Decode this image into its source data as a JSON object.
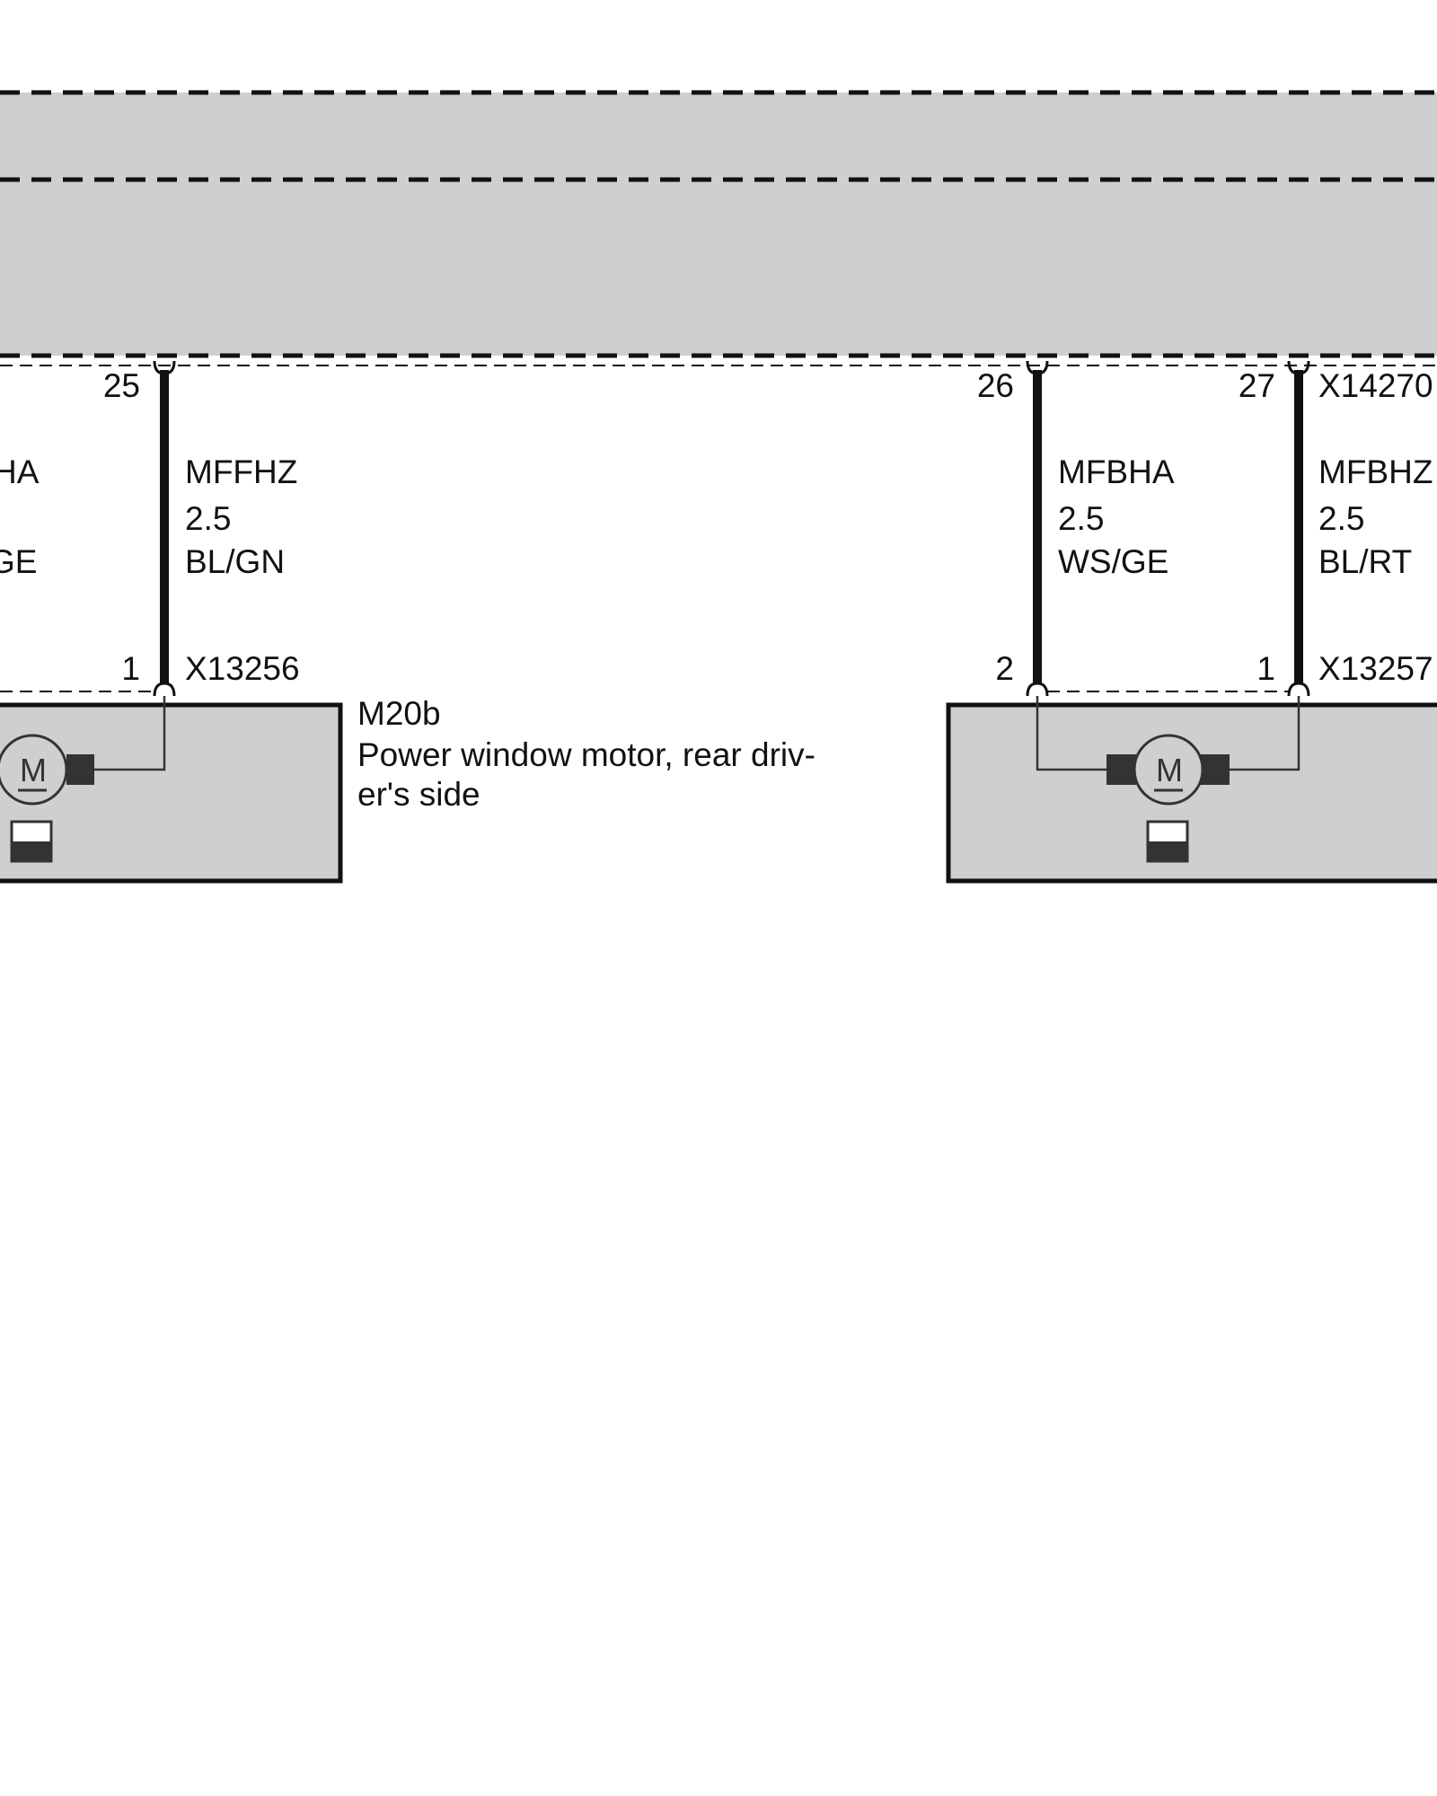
{
  "module_connector": "X14270",
  "wires": [
    {
      "id": "left-edge",
      "pin_top": "",
      "label_code": "HA",
      "label_size": "",
      "label_color": "GE",
      "pin_bottom": ""
    },
    {
      "id": "mffhz",
      "pin_top": "25",
      "label_code": "MFFHZ",
      "label_size": "2.5",
      "label_color": "BL/GN",
      "pin_bottom": "1"
    },
    {
      "id": "mfbha",
      "pin_top": "26",
      "label_code": "MFBHA",
      "label_size": "2.5",
      "label_color": "WS/GE",
      "pin_bottom": "2"
    },
    {
      "id": "mfbhz",
      "pin_top": "27",
      "label_code": "MFBHZ",
      "label_size": "2.5",
      "label_color": "BL/RT",
      "pin_bottom": "1"
    }
  ],
  "components": [
    {
      "id": "m20b",
      "connector": "X13256",
      "code": "M20b",
      "desc_line1": "Power window motor, rear driv-",
      "desc_line2": "er's side",
      "motor_letter": "M"
    },
    {
      "id": "right-motor",
      "connector": "X13257",
      "motor_letter": "M"
    }
  ],
  "colors": {
    "fill": "#cfcfcf",
    "line": "#111111",
    "background": "#ffffff"
  }
}
